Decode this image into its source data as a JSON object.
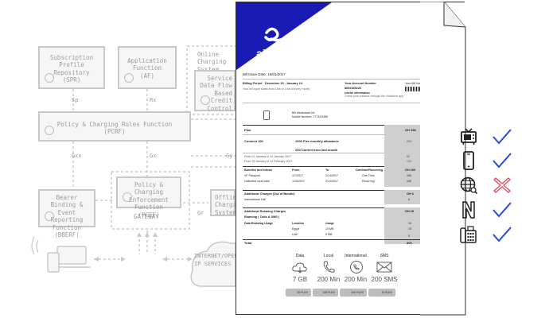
{
  "diagram": {
    "nodes": {
      "spr": "Subscription Profile Repository (SPR)",
      "af": "Application Function (AF)",
      "ocs": "Online Charging System (OCS)",
      "sdf": "Service Data Flow Based Credit Control",
      "pcrf": "Policy & Charging Rules Function (PCRF)",
      "bberf": "Bearer Binding & Event Reporting Function (BBERF)",
      "pcef": "Policy & Charging Enforcement Function (PCEF)",
      "gateway": "GATEWAY",
      "ofcs": "Offline Charging System",
      "internet": "INTERNET/OPERATOR IP SERVICES"
    },
    "interfaces": {
      "sp": "Sp",
      "rx": "Rx",
      "gxx": "Gxx",
      "gx": "Gx",
      "gr": "Gr",
      "gy": "Gy"
    }
  },
  "bill": {
    "brand": "airBell",
    "issue_date": "Bill Issue Date: 16/01/2017",
    "billing_period_label": "Billing Period",
    "billing_period": "December 15 - January 14",
    "billing_note": "Your bill cycle starts from 15th to 14th of every month",
    "account_number_label": "Your Account Number",
    "account_number": "8692345222",
    "useful_info": "Useful information",
    "useful_note": "Check your balance through the Vodafone app",
    "bill_number_label": "Your Bill Number",
    "breakdown_title": "Bill breakdown for",
    "mobile_number": "Mobile Number: 7774X3456",
    "plan_label": "Plan",
    "plan_amount": "GH 150",
    "connect": "Connect 100",
    "allowance": "1000 Flex monthly allowance",
    "allowance_amount": "250",
    "carried": "200 Carried from last month",
    "from1": "From 01 January to 14 January 2017",
    "from1_amt": "50",
    "from2": "From 15 January to 14 February 2017",
    "from2_amt": "100",
    "bundles_header": [
      "Bundles and extras",
      "From",
      "To",
      "Onetime/Recurring",
      "GH 200"
    ],
    "bundles": [
      [
        "VF Passport",
        "1/7/2017",
        "2/14/2017",
        "One Time",
        "100"
      ],
      [
        "Unlimited local calls",
        "1/15/2017",
        "2/14/2017",
        "Recurring",
        "100"
      ]
    ],
    "additional_label": "Additional Charges (Out of Bundle)",
    "additional_amount": "GH 6",
    "intl_call": "International Call",
    "intl_amount": "6",
    "roaming_label": "Additional Roaming Charges",
    "roaming_amount": "GH 25",
    "roaming_calls": "Roaming ( Calls & SMS )",
    "roaming_cols": [
      "Data Roaming Usage",
      "Location",
      "Usage"
    ],
    "roaming_rows": [
      [
        "Egypt",
        "10 MB",
        "10"
      ],
      [
        "UAE",
        "5 MB",
        "10"
      ],
      [
        "",
        "",
        "5"
      ]
    ],
    "total_label": "Total",
    "total_amount": "300",
    "stats": [
      {
        "label": "Data",
        "value": "7 GB",
        "flex": "20 FLEX"
      },
      {
        "label": "Local",
        "value": "200 Min",
        "flex": "100 FLEX"
      },
      {
        "label": "International",
        "value": "200 Min",
        "flex": "200 FLEX"
      },
      {
        "label": "SMS",
        "value": "200 SMS",
        "flex": "70 FLEX"
      }
    ]
  },
  "services": [
    {
      "icon": "tv-icon",
      "status": "check"
    },
    {
      "icon": "mobile-icon",
      "status": "check"
    },
    {
      "icon": "internet-icon",
      "status": "cross"
    },
    {
      "icon": "netflix-icon",
      "status": "check"
    },
    {
      "icon": "landline-icon",
      "status": "check"
    }
  ],
  "colors": {
    "brand": "#1a1ab5",
    "check": "#2b4ad6",
    "cross": "#e34a5a"
  }
}
